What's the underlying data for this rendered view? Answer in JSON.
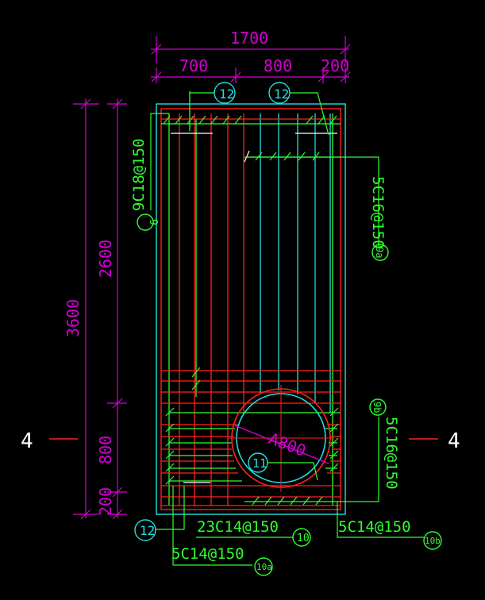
{
  "dimensions": {
    "total_width": "1700",
    "seg_left": "700",
    "seg_mid": "800",
    "seg_right": "200",
    "total_height": "3600",
    "upper_height": "2600",
    "lower_height": "800",
    "bottom_height": "200"
  },
  "rebar_labels": {
    "left_vertical": "9C18@150",
    "right_vertical": "5C16@150",
    "right_lower": "5C16@150",
    "bottom_horizontal": "23C14@150",
    "bottom_right": "5C14@150",
    "bottom_left": "5C14@150"
  },
  "markers": {
    "top_left": "12",
    "top_right": "12",
    "left": "9",
    "right": "9a",
    "right_lower": "9b",
    "opening": "11",
    "bottom_left": "12",
    "bottom_mid": "10",
    "bottom_right": "10b",
    "bottom_left_2": "10a"
  },
  "opening_label": "A800",
  "section_marks": {
    "left": "4",
    "right": "4"
  },
  "colors": {
    "background": "#000000",
    "dimension": "#d400d4",
    "rebar_red": "#ff2020",
    "rebar_green": "#30ff30",
    "rebar_cyan": "#20e0e0",
    "outline": "#20e0e0",
    "text": "#ffffff"
  }
}
